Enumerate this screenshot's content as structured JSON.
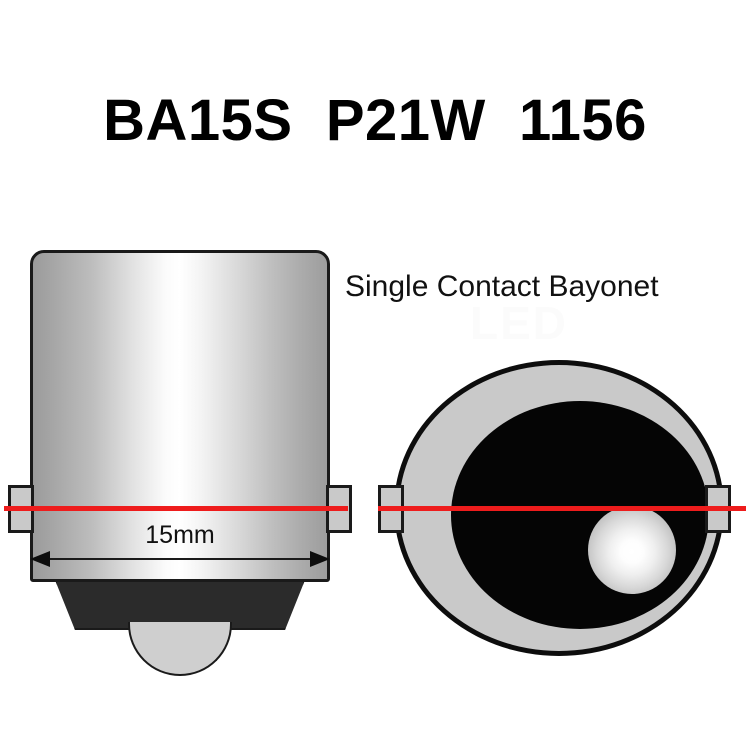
{
  "title": "BA15S  P21W  1156",
  "subtitle": "Single Contact Bayonet",
  "watermark": "LED",
  "dimension": {
    "label": "15mm",
    "value": 15,
    "unit": "mm",
    "measures": "base diameter"
  },
  "colors": {
    "background": "#ffffff",
    "outline": "#1a1a1a",
    "metal_light": "#ffffff",
    "metal_mid": "#c9c9c9",
    "metal_dark": "#9b9b9b",
    "insulator_dark": "#2b2b2b",
    "inner_black": "#050505",
    "alignment_red": "#ee1c1c",
    "text": "#000000"
  },
  "views": {
    "side": {
      "name": "side-view",
      "parts": [
        {
          "name": "metal-cap-body",
          "shape": "rounded-cylinder"
        },
        {
          "name": "bayonet-lug-left",
          "shape": "rectangle"
        },
        {
          "name": "bayonet-lug-right",
          "shape": "rectangle"
        },
        {
          "name": "insulator-base",
          "shape": "trapezoid"
        },
        {
          "name": "center-contact",
          "shape": "semicircle"
        }
      ]
    },
    "bottom": {
      "name": "bottom-view",
      "parts": [
        {
          "name": "outer-ring",
          "shape": "circle"
        },
        {
          "name": "inner-black-ring",
          "shape": "circle"
        },
        {
          "name": "center-contact-dot",
          "shape": "circle"
        },
        {
          "name": "bayonet-lug-left",
          "shape": "rectangle"
        },
        {
          "name": "bayonet-lug-right",
          "shape": "rectangle"
        }
      ]
    }
  },
  "annotations": {
    "alignment_line": "horizontal red centerline through both bayonet lugs"
  }
}
